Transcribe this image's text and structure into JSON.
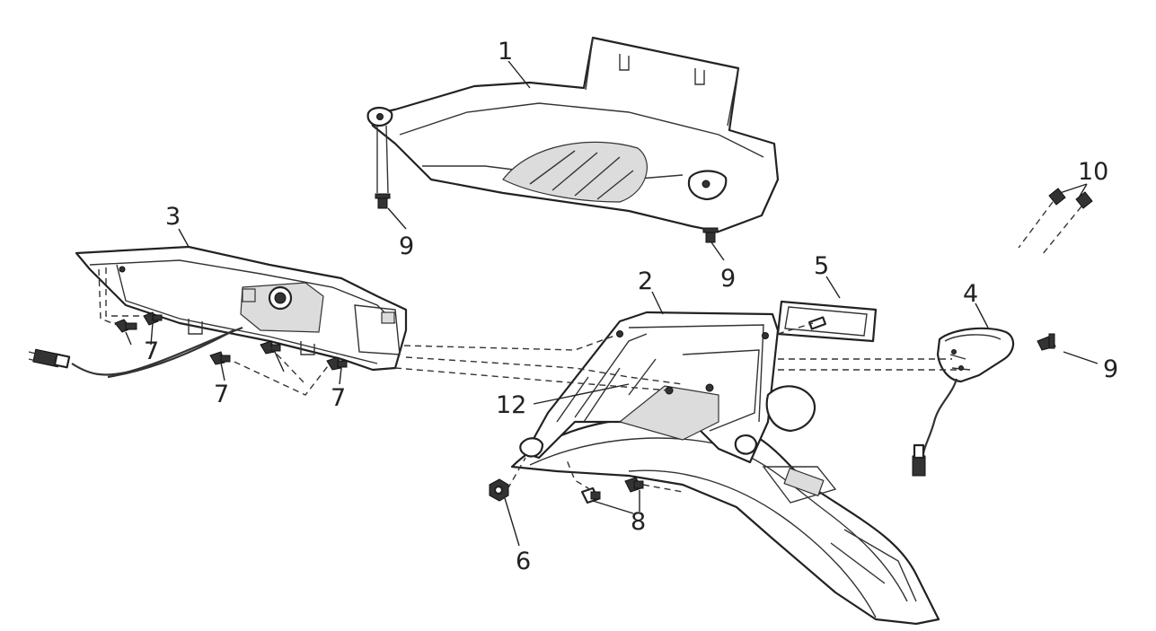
{
  "callouts": {
    "c1": "1",
    "c2": "2",
    "c3": "3",
    "c4": "4",
    "c5": "5",
    "c6": "6",
    "c7a": "7",
    "c7b": "7",
    "c7c": "7",
    "c8": "8",
    "c9a": "9",
    "c9b": "9",
    "c9c": "9",
    "c10": "10",
    "c12": "12"
  },
  "colors": {
    "line": "#222222",
    "background": "#ffffff"
  }
}
